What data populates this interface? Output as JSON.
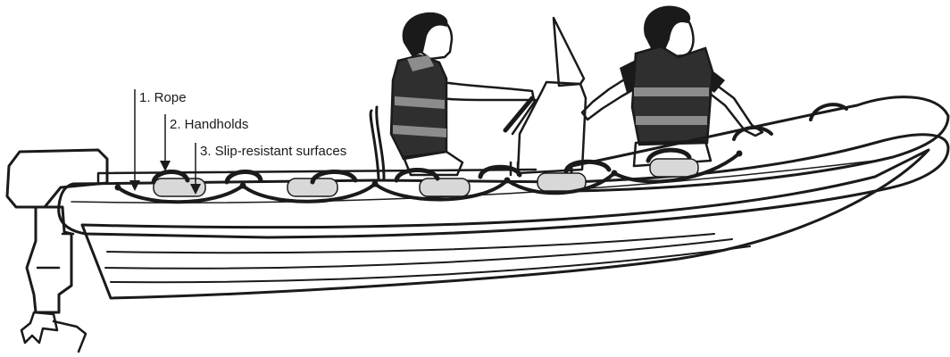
{
  "diagram": {
    "callouts": [
      {
        "id": "rope",
        "text": "1. Rope"
      },
      {
        "id": "handholds",
        "text": "2. Handholds"
      },
      {
        "id": "slip",
        "text": "3. Slip-resistant surfaces"
      }
    ],
    "colors": {
      "ink": "#1a1a1a",
      "vest_dark": "#2f2f2f",
      "vest_light": "#8c8c8c",
      "pad_grey": "#d8d8d8",
      "console": "#ffffff"
    },
    "icons": [
      "outboard-motor",
      "rib-boat",
      "person-driver",
      "person-passenger",
      "life-jacket"
    ]
  }
}
